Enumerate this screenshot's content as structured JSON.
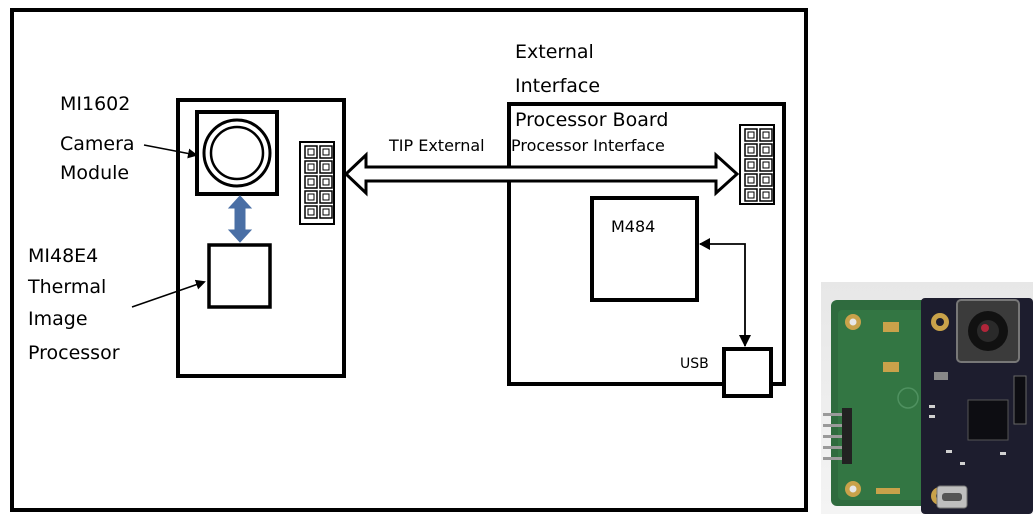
{
  "labels": {
    "camera_module": [
      "MI1602",
      "Camera",
      "Module"
    ],
    "thermal_processor": [
      "MI48E4",
      "Thermal",
      "Image",
      "Processor"
    ],
    "external_board": [
      "External",
      "Interface",
      "Processor Board"
    ],
    "link_left": "TIP External",
    "link_right": "Processor Interface",
    "mcu": "M484",
    "usb": "USB"
  },
  "colors": {
    "outline": "#000000",
    "vertical_link": "#4a6fa5",
    "photo_pcb": "#2f6b3e",
    "photo_module": "#1d1d2e",
    "photo_gold": "#c9a24a"
  },
  "photo": {
    "description_icon": "pcb-photo"
  }
}
